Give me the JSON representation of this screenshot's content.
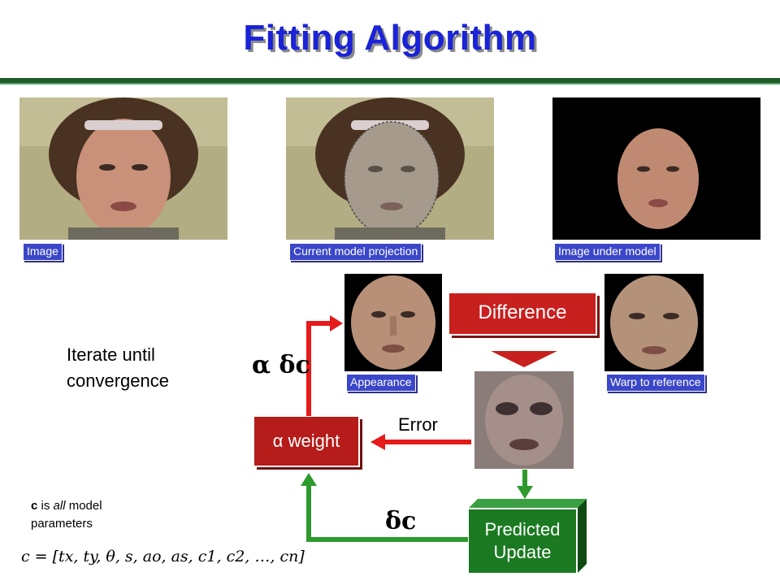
{
  "title": "Fitting Algorithm",
  "captions": {
    "image": "Image",
    "current_model": "Current model projection",
    "image_under_model": "Image under model",
    "appearance": "Appearance",
    "warp": "Warp to reference"
  },
  "labels": {
    "difference": "Difference",
    "alpha_delta_c": "α δc",
    "iterate_line1": "Iterate until",
    "iterate_line2": "convergence",
    "error": "Error",
    "alpha_weight": "α weight",
    "delta_c": "δc",
    "predicted_line1": "Predicted",
    "predicted_line2": "Update",
    "c_note_line1_bold": "c",
    "c_note_line1_rest": " is ",
    "c_note_line1_italic": "all",
    "c_note_line1_end": " model",
    "c_note_line2": "parameters",
    "formula": "c = [tx, ty, θ, s, ao, as, c1, c2, …, cn]"
  },
  "colors": {
    "title": "#1a23d8",
    "caption_bg": "#3b47c9",
    "difference_box": "#c8201e",
    "weight_box": "#b51c1a",
    "predicted_box": "#1b7a21",
    "red_arrow": "#e51a1a",
    "green_arrow": "#2e9a2e"
  }
}
